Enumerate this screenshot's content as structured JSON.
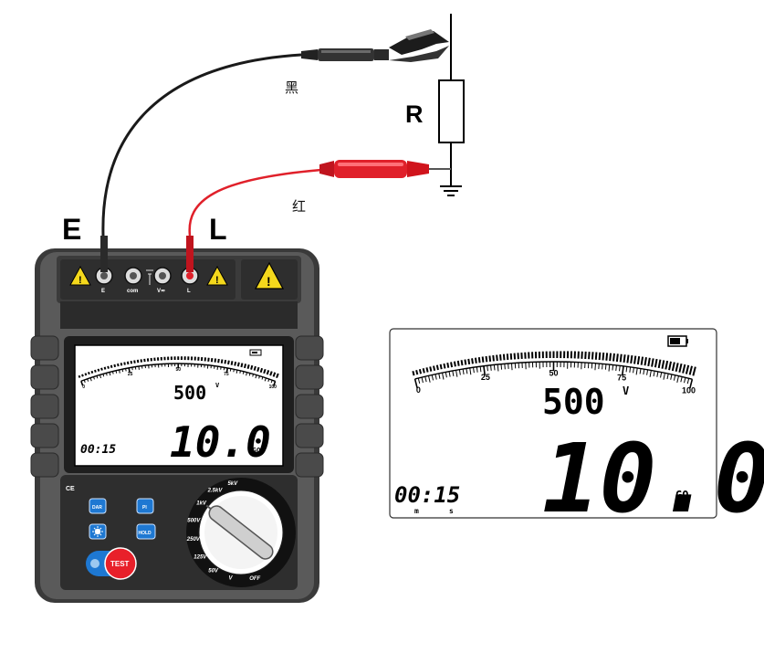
{
  "labels": {
    "terminal_e": "E",
    "terminal_l": "L",
    "resistor": "R",
    "black_lead": "黑",
    "red_lead": "红",
    "ce_mark": "CE"
  },
  "terminals": {
    "e": "E",
    "com": "com",
    "v": "V≂",
    "l": "L"
  },
  "buttons": {
    "dar": "DAR",
    "pi": "PI",
    "light_icon": "backlight-icon",
    "hold": "HOLD",
    "test": "TEST"
  },
  "dial_positions": [
    "OFF",
    "V",
    "50V",
    "125V",
    "250V",
    "500V",
    "1kV",
    "2.5kV",
    "5kV"
  ],
  "display": {
    "scale_ticks": [
      "0",
      "25",
      "50",
      "75",
      "100"
    ],
    "test_voltage": "500",
    "test_voltage_unit": "V",
    "reading": "10.0",
    "reading_unit": "GΩ",
    "timer": "00:15",
    "timer_sub_m": "m",
    "timer_sub_s": "s",
    "battery_icon": "battery-icon"
  },
  "colors": {
    "black_lead": "#1a1a1a",
    "red_lead": "#e0202a",
    "body": "#4a4a4a",
    "button_blue": "#1e78d2",
    "test_red": "#e8202a",
    "warning_yellow": "#f4d81c"
  }
}
